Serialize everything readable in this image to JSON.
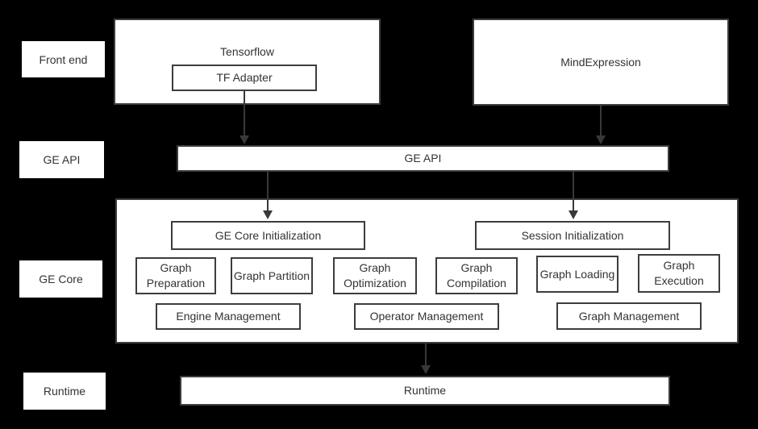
{
  "colors": {
    "background": "#000000",
    "box_fill": "#ffffff",
    "border": "#3d3d3d",
    "text": "#333333",
    "arrow": "#383838"
  },
  "layer_labels": {
    "front_end": "Front end",
    "ge_api": "GE API",
    "ge_core": "GE Core",
    "runtime": "Runtime"
  },
  "front_end": {
    "tensorflow_title": "Tensorflow",
    "tf_adapter": "TF Adapter",
    "mindexpression": "MindExpression"
  },
  "ge_api_bar": {
    "label": "GE API"
  },
  "ge_core": {
    "init": [
      "GE Core Initialization",
      "Session Initialization"
    ],
    "stages": [
      "Graph Preparation",
      "Graph Partition",
      "Graph Optimization",
      "Graph Compilation",
      "Graph Loading",
      "Graph Execution"
    ],
    "management": [
      "Engine Management",
      "Operator Management",
      "Graph Management"
    ]
  },
  "runtime_bar": {
    "label": "Runtime"
  }
}
